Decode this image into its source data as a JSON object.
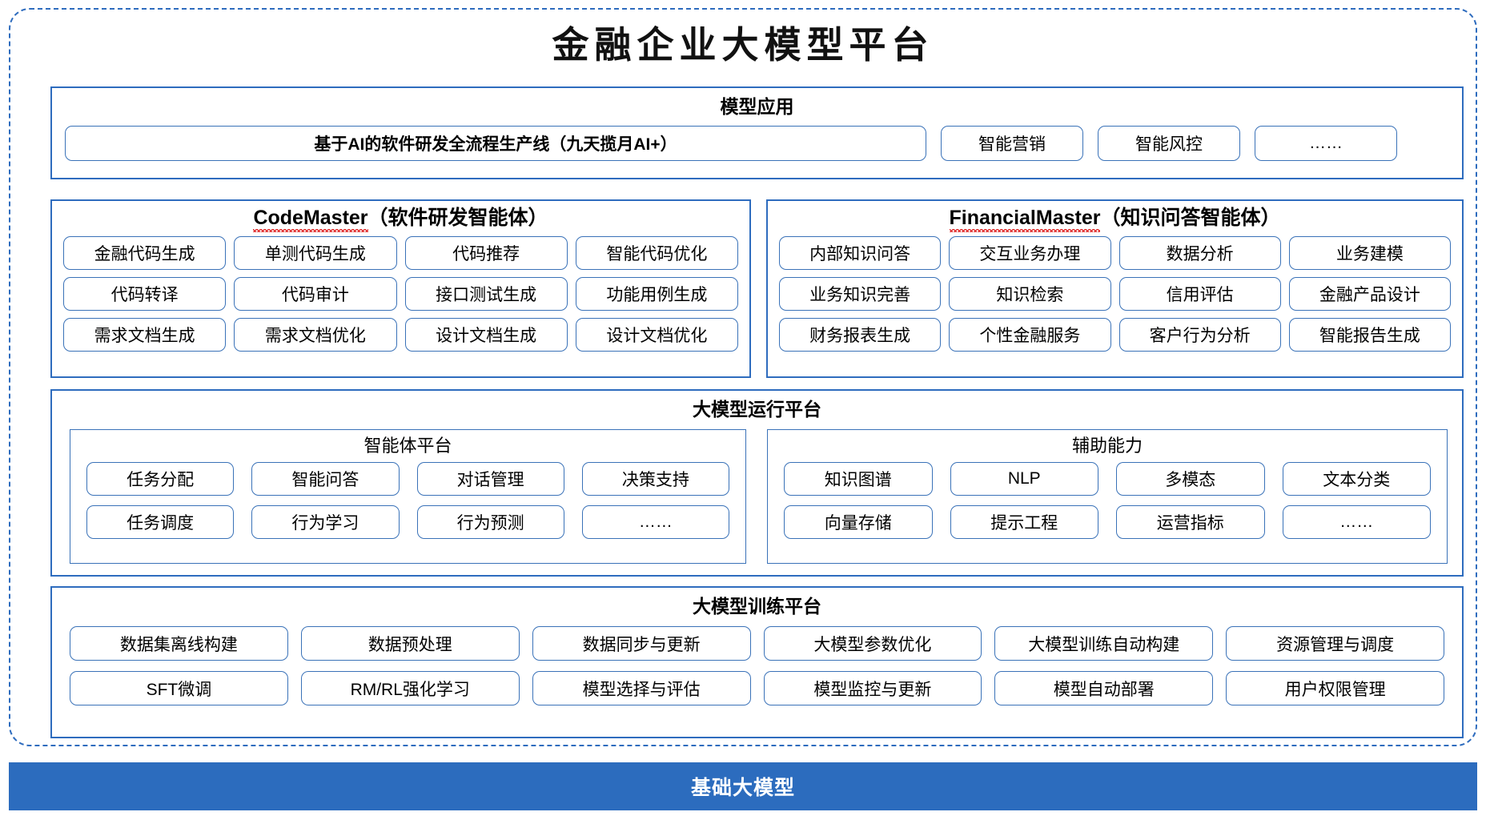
{
  "page": {
    "title": "金融企业大模型平台",
    "accent_blue": "#2C6CBE",
    "border_blue": "#3A72B8",
    "spellcheck_red": "#E03030"
  },
  "model_application": {
    "title": "模型应用",
    "pipeline": "基于AI的软件研发全流程生产线（九天揽月AI+）",
    "items": [
      {
        "label": "智能营销"
      },
      {
        "label": "智能风控"
      },
      {
        "label": "……"
      }
    ]
  },
  "agents": [
    {
      "name": "CodeMaster",
      "name_suffix": "（软件研发智能体）",
      "spellcheck_underline": true,
      "capabilities": [
        "金融代码生成",
        "单测代码生成",
        "代码推荐",
        "智能代码优化",
        "代码转译",
        "代码审计",
        "接口测试生成",
        "功能用例生成",
        "需求文档生成",
        "需求文档优化",
        "设计文档生成",
        "设计文档优化"
      ]
    },
    {
      "name": "FinancialMaster",
      "name_suffix": "（知识问答智能体）",
      "spellcheck_underline": true,
      "capabilities": [
        "内部知识问答",
        "交互业务办理",
        "数据分析",
        "业务建模",
        "业务知识完善",
        "知识检索",
        "信用评估",
        "金融产品设计",
        "财务报表生成",
        "个性金融服务",
        "客户行为分析",
        "智能报告生成"
      ]
    }
  ],
  "runtime_platform": {
    "title": "大模型运行平台",
    "subpanels": [
      {
        "title": "智能体平台",
        "items": [
          "任务分配",
          "智能问答",
          "对话管理",
          "决策支持",
          "任务调度",
          "行为学习",
          "行为预测",
          "……"
        ]
      },
      {
        "title": "辅助能力",
        "items": [
          "知识图谱",
          "NLP",
          "多模态",
          "文本分类",
          "向量存储",
          "提示工程",
          "运营指标",
          "……"
        ]
      }
    ]
  },
  "training_platform": {
    "title": "大模型训练平台",
    "items": [
      "数据集离线构建",
      "数据预处理",
      "数据同步与更新",
      "大模型参数优化",
      "大模型训练自动构建",
      "资源管理与调度",
      "SFT微调",
      "RM/RL强化学习",
      "模型选择与评估",
      "模型监控与更新",
      "模型自动部署",
      "用户权限管理"
    ]
  },
  "foundation": {
    "label": "基础大模型"
  }
}
